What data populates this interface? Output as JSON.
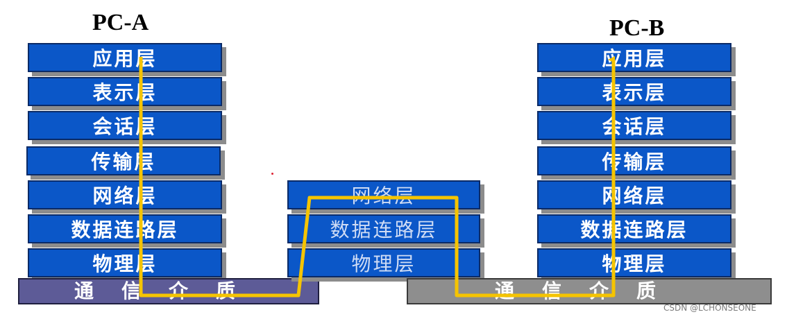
{
  "pc_a": {
    "label": "PC-A",
    "layers": [
      "应用层",
      "表示层",
      "会话层",
      "传输层",
      "网络层",
      "数据连路层",
      "物理层"
    ],
    "medium": "通信介质"
  },
  "router": {
    "layers": [
      "网络层",
      "数据连路层",
      "物理层"
    ]
  },
  "pc_b": {
    "label": "PC-B",
    "layers": [
      "应用层",
      "表示层",
      "会话层",
      "传输层",
      "网络层",
      "数据连路层",
      "物理层"
    ],
    "medium": "通信介质"
  },
  "watermark": "CSDN @LCHONSEONE",
  "colors": {
    "layer_fill": "#0b57c8",
    "arrow": "#f5c400",
    "medium_left": "#5d5b97",
    "medium_right": "#8e8e8e"
  }
}
